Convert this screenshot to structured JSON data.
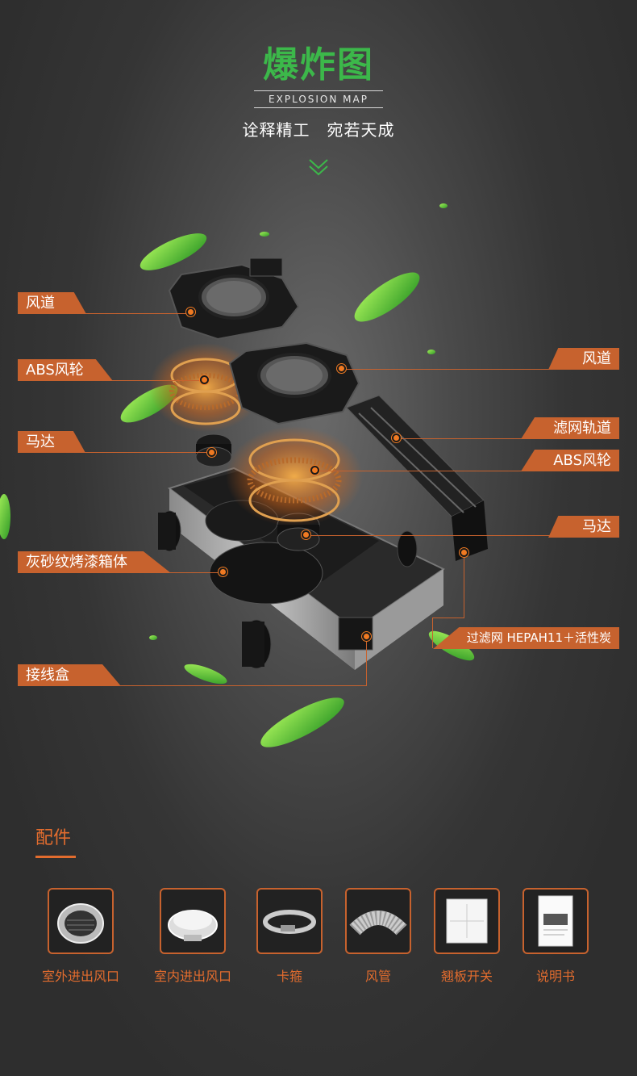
{
  "header": {
    "title": "爆炸图",
    "subtitle_en": "EXPLOSION MAP",
    "slogan": "诠释精工　宛若天成"
  },
  "labels_left": [
    {
      "text": "风道"
    },
    {
      "text": "ABS风轮"
    },
    {
      "text": "马达"
    },
    {
      "text": "灰砂纹烤漆箱体"
    },
    {
      "text": "接线盒"
    }
  ],
  "labels_right": [
    {
      "text": "风道"
    },
    {
      "text": "滤网轨道"
    },
    {
      "text": "ABS风轮"
    },
    {
      "text": "马达"
    },
    {
      "text": "过滤网 HEPAH11＋活性炭"
    }
  ],
  "accessories": {
    "title": "配件",
    "items": [
      {
        "label": "室外进出风口",
        "icon": "vent-cover-icon"
      },
      {
        "label": "室内进出风口",
        "icon": "ceiling-diffuser-icon"
      },
      {
        "label": "卡箍",
        "icon": "hose-clamp-icon"
      },
      {
        "label": "风管",
        "icon": "flexible-duct-icon"
      },
      {
        "label": "翘板开关",
        "icon": "rocker-switch-icon"
      },
      {
        "label": "说明书",
        "icon": "manual-icon"
      }
    ]
  },
  "colors": {
    "title_green": "#3cb84a",
    "accent_orange": "#c7622e",
    "leaf_green": "#5fcf3a"
  }
}
